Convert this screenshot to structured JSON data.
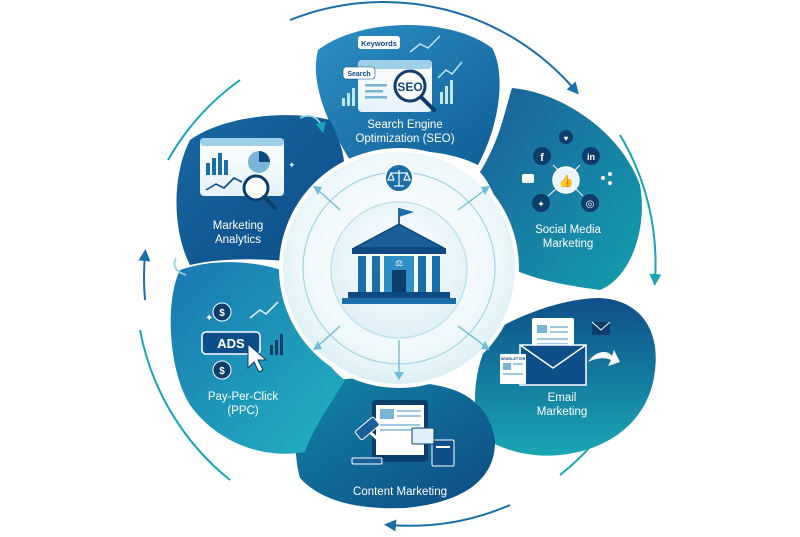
{
  "segments": {
    "seo": {
      "line1": "Search Engine",
      "line2": "Optimization (SEO)",
      "tag_keywords": "Keywords",
      "tag_search": "Search",
      "badge": "SEO"
    },
    "social": {
      "line1": "Social Media",
      "line2": "Marketing",
      "icon_facebook": "f",
      "icon_linkedin": "in",
      "icon_instagram": "◎"
    },
    "email": {
      "line1": "Email",
      "line2": "Marketing",
      "tag_newsletter": "NEWSLETTER"
    },
    "content": {
      "line1": "Content Marketing"
    },
    "ppc": {
      "line1": "Pay-Per-Click",
      "line2": "(PPC)",
      "ads": "ADS",
      "dollar": "$"
    },
    "analytics": {
      "line1": "Marketing",
      "line2": "Analytics"
    }
  },
  "colors": {
    "dark_blue": "#0d4a82",
    "mid_blue": "#1a6fa8",
    "teal": "#17a5b5",
    "light_teal": "#4cc9cf",
    "center_ring": "#e6f3f8",
    "label_text": "#0b2d4a"
  }
}
